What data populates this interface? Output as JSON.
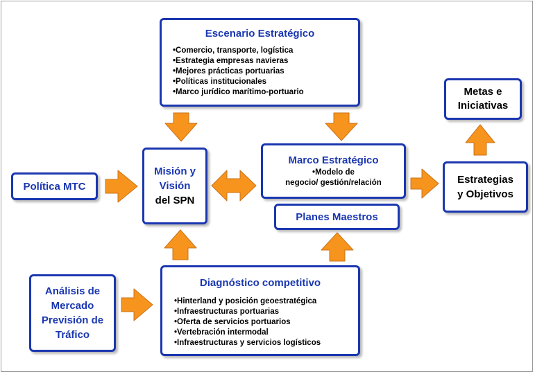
{
  "escenario": {
    "title": "Escenario Estratégico",
    "items": [
      "Comercio, transporte, logística",
      "Estrategia empresas navieras",
      "Mejores prácticas portuarias",
      "Políticas institucionales",
      "Marco jurídico  marítimo-portuario"
    ]
  },
  "politica": {
    "label": "Política MTC"
  },
  "mision": {
    "line1": "Misión y",
    "line2": "Visión",
    "line3": "del SPN"
  },
  "marco": {
    "title": "Marco Estratégico",
    "line1": "•Modelo de",
    "line2": "negocio/ gestión/relación"
  },
  "planes": {
    "label": "Planes Maestros"
  },
  "metas": {
    "line1": "Metas e",
    "line2": "Iniciativas"
  },
  "estrategias": {
    "line1": "Estrategias",
    "line2": "y Objetivos"
  },
  "analisis": {
    "line1": "Análisis de",
    "line2": "Mercado",
    "line3": "Previsión de",
    "line4": "Tráfico"
  },
  "diagnostico": {
    "title": "Diagnóstico competitivo",
    "items": [
      "Hinterland y posición geoestratégica",
      "Infraestructuras portuarias",
      "Oferta de servicios portuarios",
      "Vertebración intermodal",
      "Infraestructuras y servicios logísticos"
    ]
  },
  "colors": {
    "border": "#1a37b0",
    "arrow": "#f7941d",
    "arrow_outline": "#c9731a"
  }
}
